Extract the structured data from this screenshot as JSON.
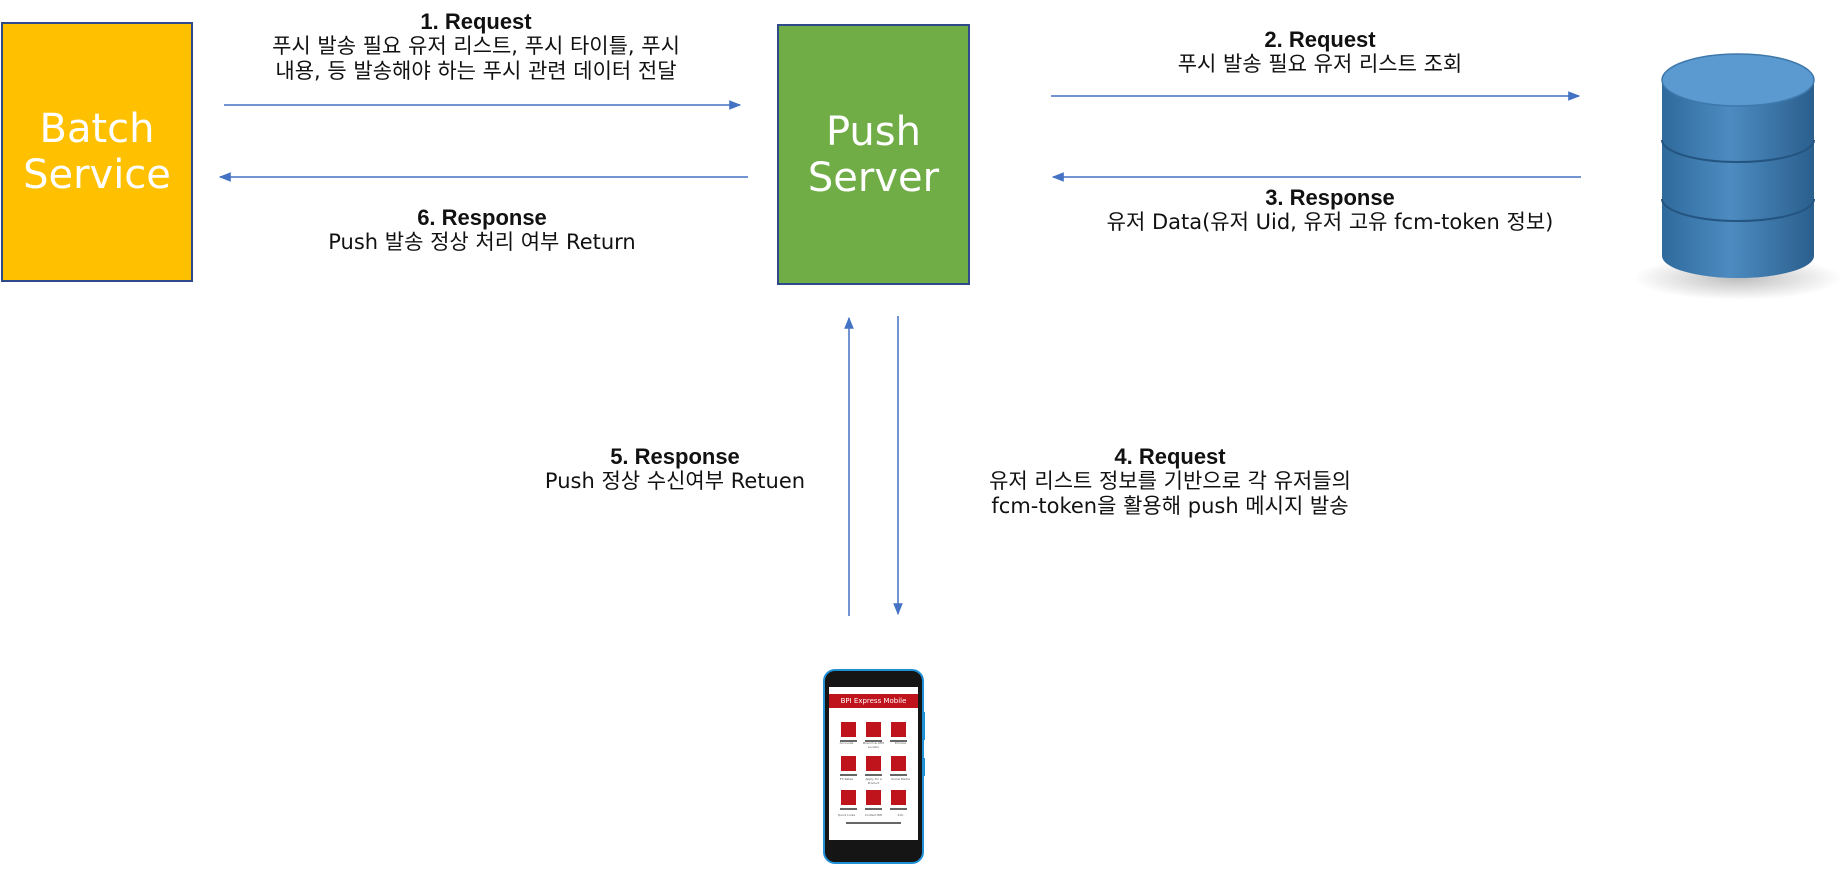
{
  "nodes": {
    "batch": {
      "label": "Batch\nService",
      "color": "#ffc000"
    },
    "push": {
      "label": "Push\nServer",
      "color": "#70ad47"
    },
    "database": {
      "icon": "database-icon",
      "color": "#4a86b8"
    },
    "phone": {
      "icon": "smartphone-icon",
      "screen_title": "BPI Express Mobile",
      "grid_items": [
        "Accounts",
        "Branch & ATM Locator",
        "Promos",
        "FX Rates",
        "Apply for a Product",
        "Social Media",
        "Quick Links",
        "Contact BPI",
        "Info"
      ]
    }
  },
  "steps": {
    "s1": {
      "title": "1. Request",
      "desc": [
        "푸시 발송 필요 유저 리스트, 푸시 타이틀, 푸시",
        "내용, 등 발송해야 하는 푸시 관련 데이터 전달"
      ]
    },
    "s2": {
      "title": "2. Request",
      "desc": [
        "푸시 발송 필요 유저 리스트 조회"
      ]
    },
    "s3": {
      "title": "3. Response",
      "desc": [
        "유저 Data(유저 Uid, 유저 고유 fcm-token 정보)"
      ]
    },
    "s4": {
      "title": "4. Request",
      "desc": [
        "유저 리스트 정보를 기반으로 각 유저들의",
        "fcm-token을 활용해 push 메시지 발송"
      ]
    },
    "s5": {
      "title": "5. Response",
      "desc": [
        "Push 정상 수신여부 Retuen"
      ]
    },
    "s6": {
      "title": "6. Response",
      "desc": [
        "Push 발송 정상 처리 여부 Return"
      ]
    }
  },
  "colors": {
    "arrow": "#4472c4",
    "box_border": "#2f4a8a"
  }
}
